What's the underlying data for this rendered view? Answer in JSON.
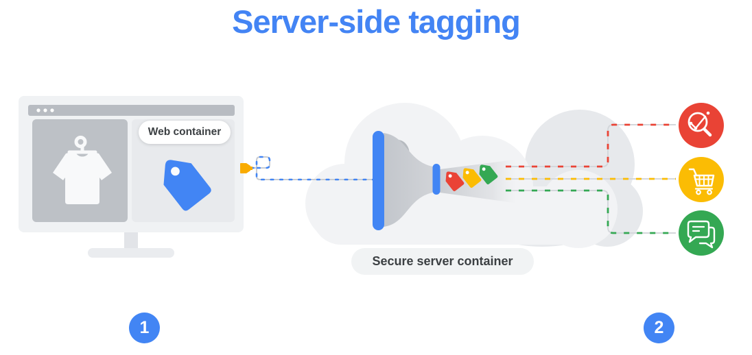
{
  "title": "Server-side tagging",
  "labels": {
    "web_container": "Web container",
    "secure_server": "Secure server container"
  },
  "steps": [
    "1",
    "2"
  ],
  "colors": {
    "accent_blue": "#4285F4",
    "red": "#EA4335",
    "yellow": "#FBBC04",
    "green": "#34A853",
    "cloud": "#F2F3F5",
    "cloud_back": "#E7E9EC",
    "panel_gray": "#BDC1C6",
    "panel_light": "#E8EAED",
    "plug_orange": "#F9AB00",
    "text_dark": "#3C4043"
  },
  "icons": {
    "browser_product": "tshirt-icon",
    "browser_hanger": "hanger-icon",
    "web_tag": "price-tag-icon",
    "connector": "plug-icon",
    "server": "funnel-icon",
    "server_tags": [
      "mini-tag-red-icon",
      "mini-tag-yellow-icon",
      "mini-tag-green-icon"
    ],
    "endpoint_analytics": "analytics-search-icon",
    "endpoint_ecommerce": "shopping-cart-icon",
    "endpoint_chat": "chat-messages-icon"
  }
}
